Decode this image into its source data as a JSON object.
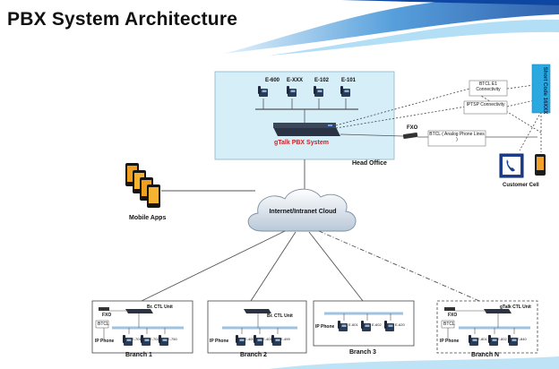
{
  "title": "PBX System Architecture",
  "head_office": {
    "label": "Head Office",
    "extensions": [
      "E-600",
      "E-XXX",
      "E-102",
      "E-101"
    ],
    "pbx_label": "gTalk PBX System",
    "fxo_label": "FXO"
  },
  "connectivity": {
    "btcl_e1": "BTCL E1 Connectivity",
    "iptsp": "IPTSP Connectivity",
    "btcl_analog": "BTCL ( Analog Phone Lines )",
    "short_code": "Short Code 16XXX",
    "customer_cell": "Customer Cell"
  },
  "mobile_apps": "Mobile Apps",
  "cloud": "Internet/Intranet Cloud",
  "branches": [
    {
      "name": "Branch 1",
      "fxo": "FXO",
      "unit": "Br. CTL Unit",
      "btcl": "BTCL",
      "ip_phone": "IP Phone",
      "exts": [
        "E-701",
        "E-702",
        "E-750"
      ]
    },
    {
      "name": "Branch 2",
      "unit": "Br. CTL Unit",
      "ip_phone": "IP Phone",
      "exts": [
        "E-400",
        "E-401",
        "E-499"
      ]
    },
    {
      "name": "Branch 3",
      "ip_phone": "IP Phone",
      "exts": [
        "E-601",
        "E-602",
        "E-620"
      ]
    },
    {
      "name": "Branch N",
      "fxo": "FXO",
      "unit": "gTalk CTL Unit",
      "btcl": "BTCL",
      "ip_phone": "IP Phone",
      "exts": [
        "E-801",
        "E-802",
        "E-840"
      ]
    }
  ],
  "colors": {
    "wave_dark": "#1565c0",
    "wave_light": "#7fc8f0",
    "head_office_fill": "#d5eef8",
    "short_code_fill": "#29a9e0",
    "pbx_red": "#d42020"
  }
}
